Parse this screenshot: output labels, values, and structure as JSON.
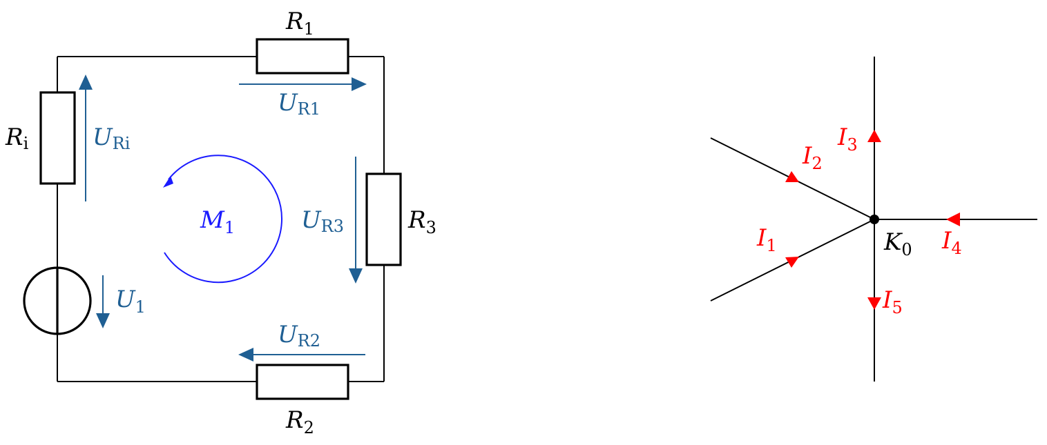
{
  "circuit": {
    "resistors": {
      "R1": {
        "sym": "R",
        "sub": "1"
      },
      "R2": {
        "sym": "R",
        "sub": "2"
      },
      "R3": {
        "sym": "R",
        "sub": "3"
      },
      "Ri": {
        "sym": "R",
        "sub": "i"
      }
    },
    "voltages": {
      "UR1": {
        "sym": "U",
        "sub": "R1"
      },
      "UR2": {
        "sym": "U",
        "sub": "R2"
      },
      "UR3": {
        "sym": "U",
        "sub": "R3"
      },
      "URi": {
        "sym": "U",
        "sub": "Ri"
      },
      "U1": {
        "sym": "U",
        "sub": "1"
      }
    },
    "mesh": {
      "sym": "M",
      "sub": "1"
    }
  },
  "node": {
    "name": {
      "sym": "K",
      "sub": "0"
    },
    "currents": {
      "I1": {
        "sym": "I",
        "sub": "1"
      },
      "I2": {
        "sym": "I",
        "sub": "2"
      },
      "I3": {
        "sym": "I",
        "sub": "3"
      },
      "I4": {
        "sym": "I",
        "sub": "4"
      },
      "I5": {
        "sym": "I",
        "sub": "5"
      }
    }
  },
  "colors": {
    "voltage_arrow": "#1f5f93",
    "mesh_arrow": "#1a1aff",
    "current": "#ff0000",
    "wire": "#000000"
  }
}
